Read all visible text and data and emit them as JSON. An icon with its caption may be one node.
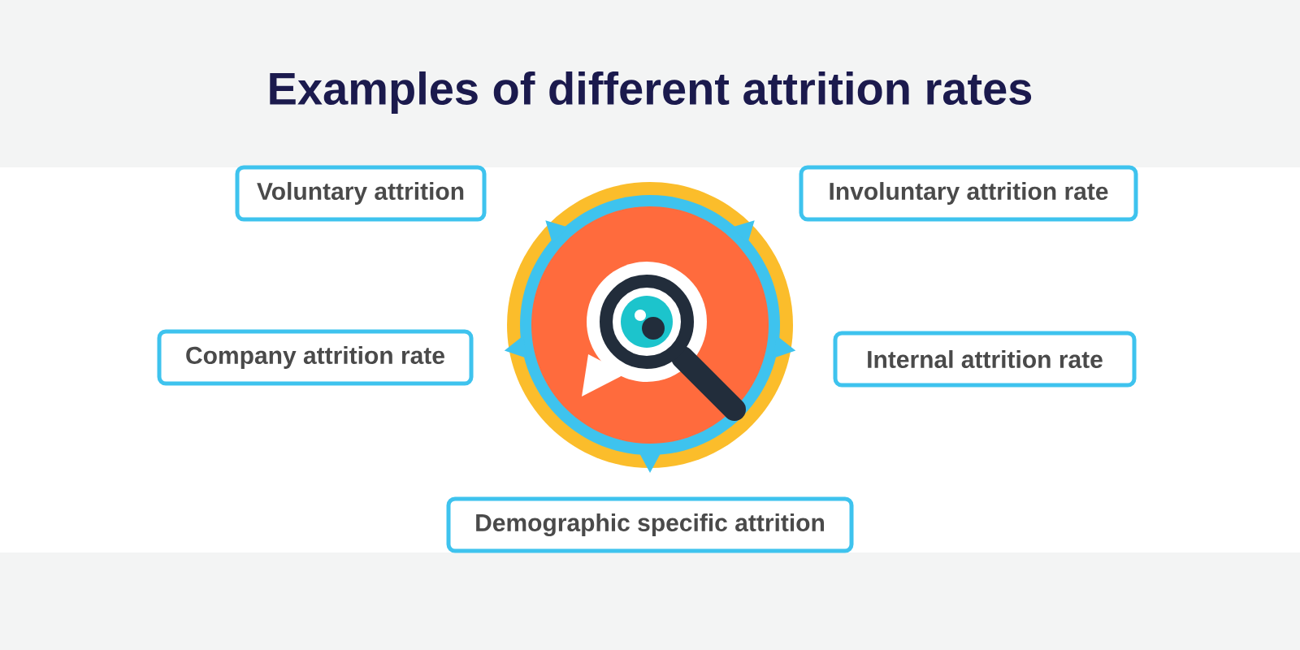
{
  "diagram": {
    "title": "Examples of different attrition rates",
    "nodes": [
      {
        "text": [
          "Voluntary attrition"
        ]
      },
      {
        "text": [
          "Involuntary attrition rate"
        ]
      },
      {
        "text": [
          "Company attrition rate"
        ]
      },
      {
        "text": [
          "Internal attrition rate"
        ]
      },
      {
        "text": [
          "Demographic specific attrition"
        ]
      }
    ]
  }
}
